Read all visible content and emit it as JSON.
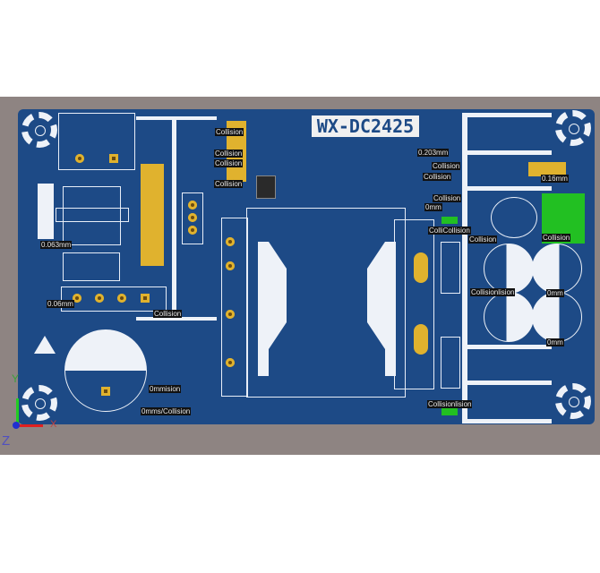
{
  "board": {
    "title": "WX-DC2425",
    "board_color": "#1d4a86",
    "silkscreen_color": "#eef2f8",
    "pad_color": "#e0b22e"
  },
  "viewport": {
    "background": "#8e8482",
    "axes": {
      "x": "X",
      "y": "Y",
      "z": "Z"
    }
  },
  "drc_labels": [
    "Collision",
    "Collision",
    "Collision",
    "Collision",
    "0.063mm",
    "0.06mm",
    "Collision",
    "0mmision",
    "0mms/Collision",
    "0.203mm",
    "Collision",
    "Collision",
    "Collision",
    "0mm",
    "ColliCollision",
    "Collision",
    "Collision",
    "0.16mm",
    "Collisionlision",
    "0mm",
    "0mm",
    "Collisionlision"
  ]
}
